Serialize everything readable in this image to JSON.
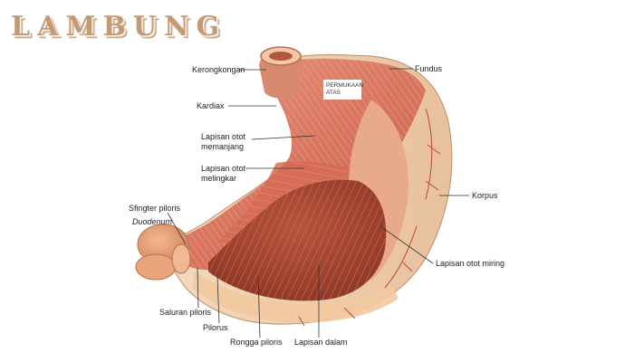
{
  "title": "LAMBUNG",
  "tag_box": "PERMUKAAN ATAS",
  "labels": {
    "kerongkongan": "Kerongkongan",
    "kardiax": "Kardiax",
    "lapisan_otot_memanjang_1": "Lapisan otot",
    "lapisan_otot_memanjang_2": "memanjang",
    "lapisan_otot_melingkar_1": "Lapisan otot",
    "lapisan_otot_melingkar_2": "melingkar",
    "sfingter_piloris": "Sfingter piloris",
    "duodenum": "Duodenum",
    "saluran_piloris": "Saluran piloris",
    "pilorus": "Pilorus",
    "rongga_piloris": "Rongga piloris",
    "lapisan_dalam": "Lapisan dalam",
    "fundus": "Fundus",
    "korpus": "Korpus",
    "lapisan_otot_miring": "Lapisan otot miring"
  }
}
